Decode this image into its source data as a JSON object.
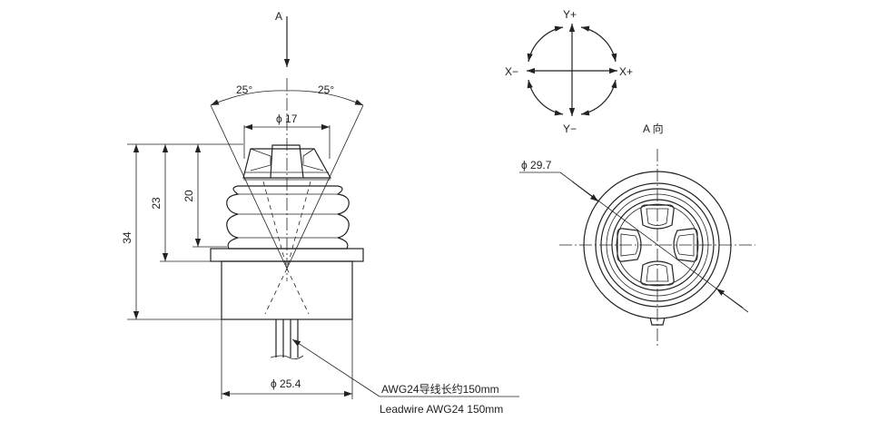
{
  "views": {
    "front": {
      "direction_label": "A",
      "angle_left": "25°",
      "angle_right": "25°",
      "dim_top_diameter": "ϕ 17",
      "dim_height_total": "34",
      "dim_height_mid": "23",
      "dim_height_knob": "20",
      "dim_body_diameter": "ϕ 25.4",
      "lead_note_cn": "AWG24导线长约150mm",
      "lead_note_en": "Leadwire AWG24 150mm"
    },
    "axes": {
      "y_plus": "Y+",
      "y_minus": "Y−",
      "x_minus": "X−",
      "x_plus": "X+"
    },
    "top_view": {
      "title": "A 向",
      "dim_outer_diameter": "ϕ 29.7"
    }
  }
}
